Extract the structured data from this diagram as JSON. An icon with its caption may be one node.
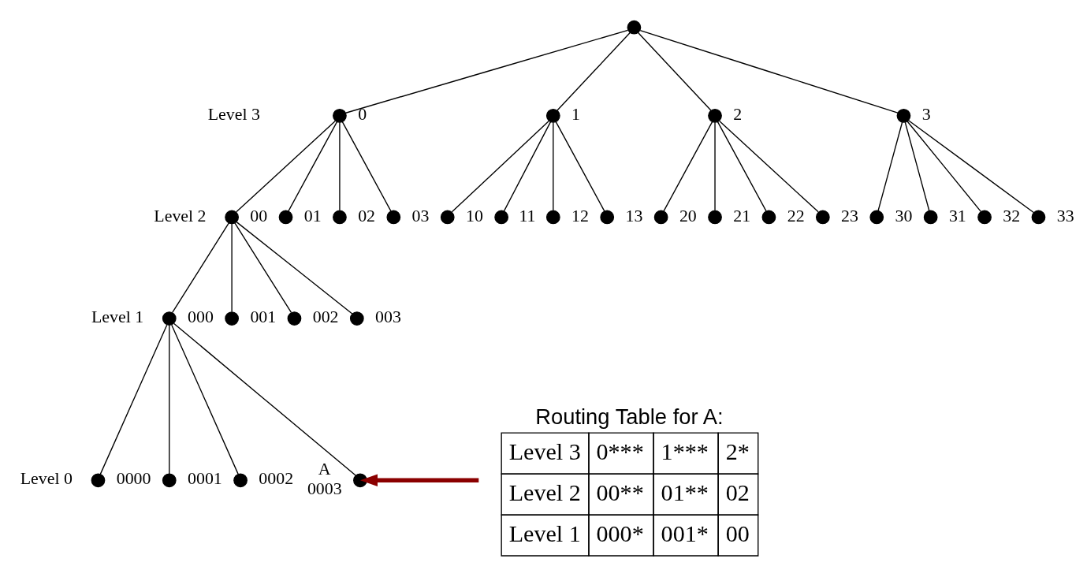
{
  "diagram": {
    "nodes": [
      {
        "text": [],
        "shape": "circle"
      },
      {
        "text": [],
        "shape": "circle",
        "beside": [
          "0"
        ]
      },
      {
        "text": [],
        "shape": "circle",
        "beside": [
          "1"
        ]
      },
      {
        "text": [],
        "shape": "circle",
        "beside": [
          "2"
        ]
      },
      {
        "text": [],
        "shape": "circle",
        "beside": [
          "3"
        ]
      },
      {
        "text": [],
        "shape": "circle",
        "beside": [
          "00"
        ]
      },
      {
        "text": [],
        "shape": "circle",
        "beside": [
          "01"
        ]
      },
      {
        "text": [],
        "shape": "circle",
        "beside": [
          "02"
        ]
      },
      {
        "text": [],
        "shape": "circle",
        "beside": [
          "03"
        ]
      },
      {
        "text": [],
        "shape": "circle",
        "beside": [
          "10"
        ]
      },
      {
        "text": [],
        "shape": "circle",
        "beside": [
          "11"
        ]
      },
      {
        "text": [],
        "shape": "circle",
        "beside": [
          "12"
        ]
      },
      {
        "text": [],
        "shape": "circle",
        "beside": [
          "13"
        ]
      },
      {
        "text": [],
        "shape": "circle",
        "beside": [
          "20"
        ]
      },
      {
        "text": [],
        "shape": "circle",
        "beside": [
          "21"
        ]
      },
      {
        "text": [],
        "shape": "circle",
        "beside": [
          "22"
        ]
      },
      {
        "text": [],
        "shape": "circle",
        "beside": [
          "23"
        ]
      },
      {
        "text": [],
        "shape": "circle",
        "beside": [
          "30"
        ]
      },
      {
        "text": [],
        "shape": "circle",
        "beside": [
          "31"
        ]
      },
      {
        "text": [],
        "shape": "circle",
        "beside": [
          "32"
        ]
      },
      {
        "text": [],
        "shape": "circle",
        "beside": [
          "33"
        ]
      },
      {
        "text": [],
        "shape": "circle",
        "beside": [
          "000"
        ]
      },
      {
        "text": [],
        "shape": "circle",
        "beside": [
          "001"
        ]
      },
      {
        "text": [],
        "shape": "circle",
        "beside": [
          "002"
        ]
      },
      {
        "text": [],
        "shape": "circle",
        "beside": [
          "003"
        ]
      },
      {
        "text": [],
        "shape": "circle",
        "beside": [
          "0000"
        ]
      },
      {
        "text": [],
        "shape": "circle",
        "beside": [
          "0001"
        ]
      },
      {
        "text": [],
        "shape": "circle",
        "beside": [
          "0002"
        ]
      },
      {
        "text": [],
        "shape": "circle",
        "beside": [
          "A",
          "0003"
        ]
      }
    ],
    "edges": [
      {
        "from": 0,
        "to": 1,
        "arrow": "none"
      },
      {
        "from": 0,
        "to": 2,
        "arrow": "none"
      },
      {
        "from": 0,
        "to": 3,
        "arrow": "none"
      },
      {
        "from": 0,
        "to": 4,
        "arrow": "none"
      },
      {
        "from": 1,
        "to": 5,
        "arrow": "none"
      },
      {
        "from": 1,
        "to": 6,
        "arrow": "none"
      },
      {
        "from": 1,
        "to": 7,
        "arrow": "none"
      },
      {
        "from": 1,
        "to": 8,
        "arrow": "none"
      },
      {
        "from": 2,
        "to": 9,
        "arrow": "none"
      },
      {
        "from": 2,
        "to": 10,
        "arrow": "none"
      },
      {
        "from": 2,
        "to": 11,
        "arrow": "none"
      },
      {
        "from": 2,
        "to": 12,
        "arrow": "none"
      },
      {
        "from": 3,
        "to": 13,
        "arrow": "none"
      },
      {
        "from": 3,
        "to": 14,
        "arrow": "none"
      },
      {
        "from": 3,
        "to": 15,
        "arrow": "none"
      },
      {
        "from": 3,
        "to": 16,
        "arrow": "none"
      },
      {
        "from": 4,
        "to": 17,
        "arrow": "none"
      },
      {
        "from": 4,
        "to": 18,
        "arrow": "none"
      },
      {
        "from": 4,
        "to": 19,
        "arrow": "none"
      },
      {
        "from": 4,
        "to": 20,
        "arrow": "none"
      },
      {
        "from": 5,
        "to": 21,
        "arrow": "none"
      },
      {
        "from": 5,
        "to": 22,
        "arrow": "none"
      },
      {
        "from": 5,
        "to": 23,
        "arrow": "none"
      },
      {
        "from": 5,
        "to": 24,
        "arrow": "none"
      },
      {
        "from": 21,
        "to": 25,
        "arrow": "none"
      },
      {
        "from": 21,
        "to": 26,
        "arrow": "none"
      },
      {
        "from": 21,
        "to": 27,
        "arrow": "none"
      },
      {
        "from": 21,
        "to": 28,
        "arrow": "none"
      },
      {
        "from": null,
        "to": 28,
        "arrow": "to",
        "style": "thick",
        "color": "#8b0000"
      }
    ],
    "labels": [
      "Level 3",
      "Level 2",
      "Level 1",
      "Level 0",
      "Routing Table for A:",
      "Level 3",
      "0***",
      "1***",
      "2*",
      "Level 2",
      "00**",
      "01**",
      "02",
      "Level 1",
      "000*",
      "001*",
      "00"
    ]
  }
}
